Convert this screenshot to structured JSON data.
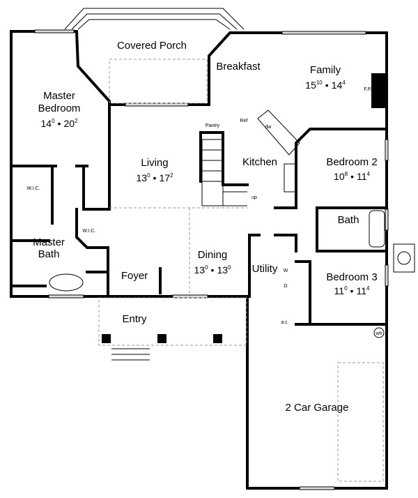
{
  "rooms": {
    "covered_porch": {
      "name": "Covered Porch"
    },
    "breakfast": {
      "name": "Breakfast"
    },
    "family": {
      "name": "Family",
      "w": "15",
      "wi": "10",
      "d": "14",
      "di": "4"
    },
    "master_bedroom": {
      "name1": "Master",
      "name2": "Bedroom",
      "w": "14",
      "wi": "0",
      "d": "20",
      "di": "2"
    },
    "living": {
      "name": "Living",
      "w": "13",
      "wi": "0",
      "d": "17",
      "di": "2"
    },
    "kitchen": {
      "name": "Kitchen"
    },
    "bedroom2": {
      "name": "Bedroom 2",
      "w": "10",
      "wi": "8",
      "d": "11",
      "di": "4"
    },
    "bath": {
      "name": "Bath"
    },
    "master_bath": {
      "name1": "Master",
      "name2": "Bath"
    },
    "dining": {
      "name": "Dining",
      "w": "13",
      "wi": "0",
      "d": "13",
      "di": "0"
    },
    "utility": {
      "name": "Utility"
    },
    "bedroom3": {
      "name": "Bedroom 3",
      "w": "11",
      "wi": "0",
      "d": "11",
      "di": "4"
    },
    "foyer": {
      "name": "Foyer"
    },
    "entry": {
      "name": "Entry"
    },
    "garage": {
      "name": "2 Car Garage"
    }
  },
  "fixtures": {
    "fireplace": "F.P.",
    "pantry": "Pantry",
    "ref": "Ref",
    "dw": "dw",
    "up": "up",
    "wic1": "W.I.C.",
    "wic2": "W.I.C.",
    "washer": "W",
    "dryer": "D",
    "ac": "a.c",
    "wh": "wh"
  },
  "separator": "•"
}
